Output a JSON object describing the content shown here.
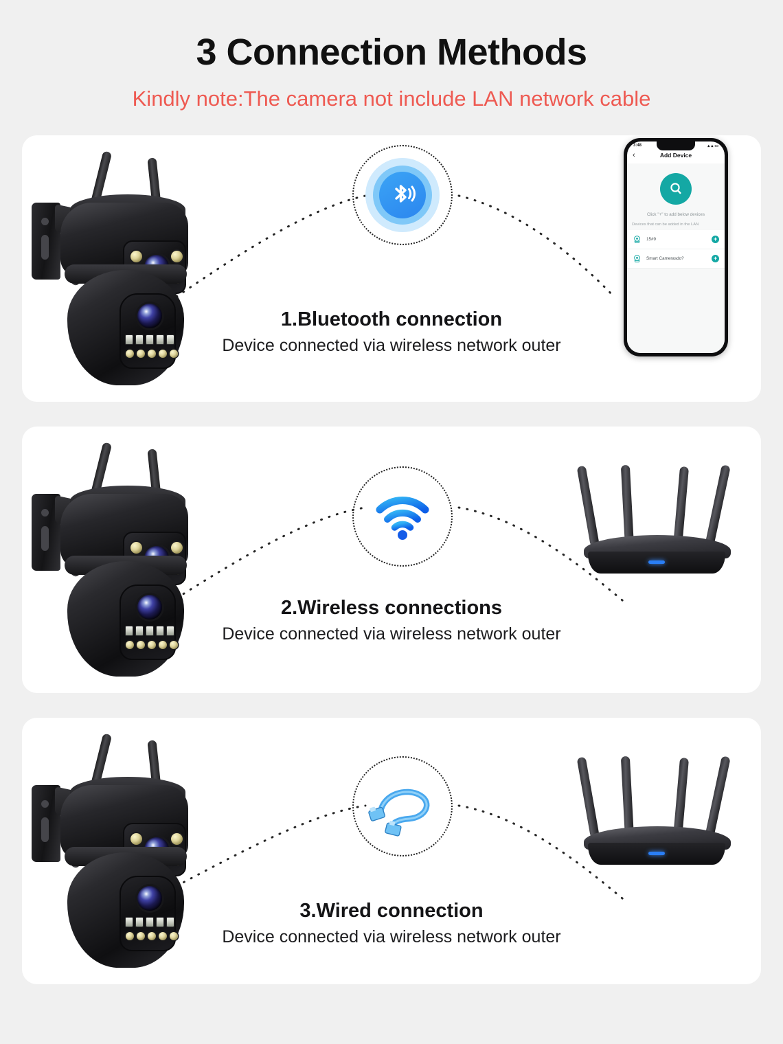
{
  "header": {
    "title": "3 Connection Methods",
    "note": "Kindly note:The camera not include LAN network cable",
    "note_color": "#ee5a52",
    "title_color": "#111111"
  },
  "page": {
    "background_color": "#f0f0f0",
    "card_background_color": "#ffffff"
  },
  "cards": [
    {
      "id": "bluetooth",
      "title": "1.Bluetooth connection",
      "subtitle": "Device connected via wireless network outer",
      "center_icon": "bluetooth-icon",
      "center_icon_color": "#2b86ef",
      "right_device": "smartphone"
    },
    {
      "id": "wireless",
      "title": "2.Wireless connections",
      "subtitle": "Device connected via wireless network outer",
      "center_icon": "wifi-icon",
      "center_icon_color": "#1787f0",
      "right_device": "router"
    },
    {
      "id": "wired",
      "title": "3.Wired connection",
      "subtitle": "Device connected via wireless network outer",
      "center_icon": "lan-cable-icon",
      "center_icon_color": "#3aa0ef",
      "right_device": "router"
    }
  ],
  "phone": {
    "status_time": "3:48",
    "status_icons": "signal-wifi-battery",
    "nav_back_icon": "chevron-left-icon",
    "nav_title": "Add Device",
    "search_icon": "magnifier-icon",
    "search_circle_color": "#14a8a4",
    "hint_main": "Click \"+\" to add below devices",
    "hint_sub": "Devices that can be added in the LAN",
    "devices": [
      {
        "icon": "camera-device-icon",
        "name": "15#9",
        "action": "+"
      },
      {
        "icon": "camera-device-icon",
        "name": "Smart Camerasdo?",
        "action": "+"
      }
    ]
  },
  "camera": {
    "label": "dual-lens-ptz-security-camera",
    "antenna_count": 2,
    "lens_count": 2,
    "led_count": 4,
    "ir_led_count": 5,
    "strip_led_count": 5
  },
  "router": {
    "label": "wifi-router",
    "antenna_count": 4,
    "led_color": "#2a7ef5"
  }
}
